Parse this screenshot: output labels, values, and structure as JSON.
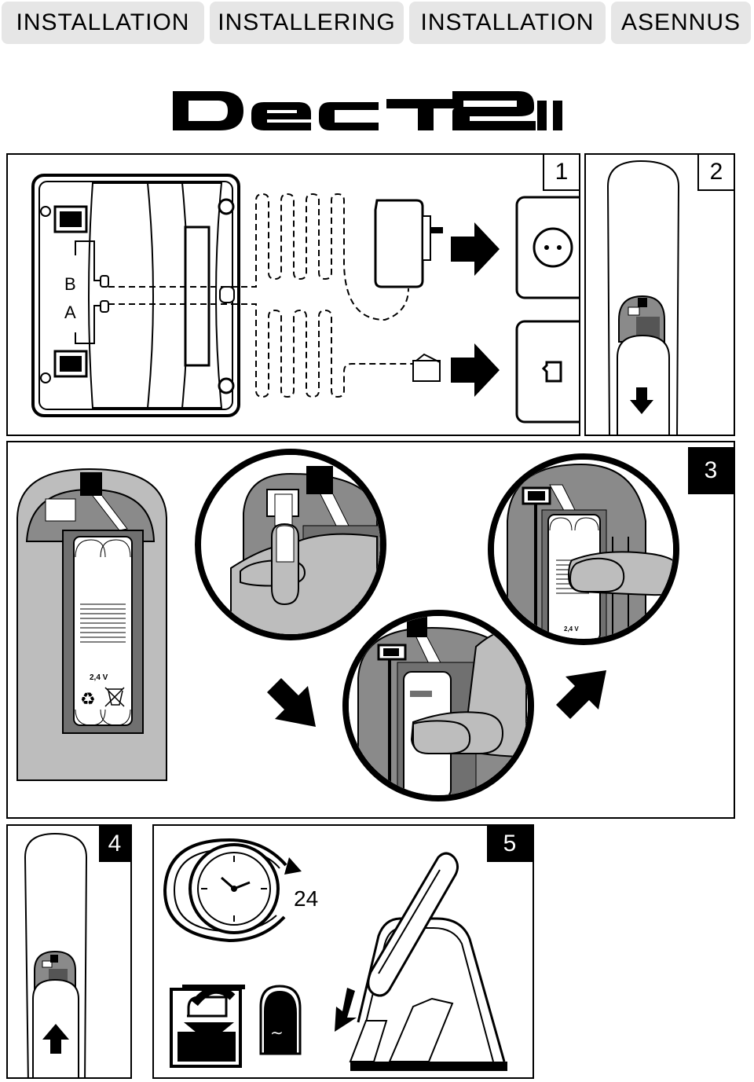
{
  "tabs": [
    {
      "label": "INSTALLATION"
    },
    {
      "label": "INSTALLERING"
    },
    {
      "label": "INSTALLATION"
    },
    {
      "label": "ASENNUS"
    }
  ],
  "logo": {
    "text": "DECT 211"
  },
  "steps": {
    "s1": "1",
    "s2": "2",
    "s3": "3",
    "s4": "4",
    "s5": "5"
  },
  "base_labels": {
    "port_b": "B",
    "port_a": "A"
  },
  "battery": {
    "voltage": "2,4 V"
  },
  "charge": {
    "hours": "24"
  },
  "icons": [
    "power-socket-icon",
    "phone-jack-icon",
    "arrow-right-icon",
    "arrow-down-icon",
    "arrow-up-icon",
    "clock-icon",
    "recycle-icon",
    "crossed-bin-icon",
    "battery-charge-icon",
    "ac-icon"
  ]
}
